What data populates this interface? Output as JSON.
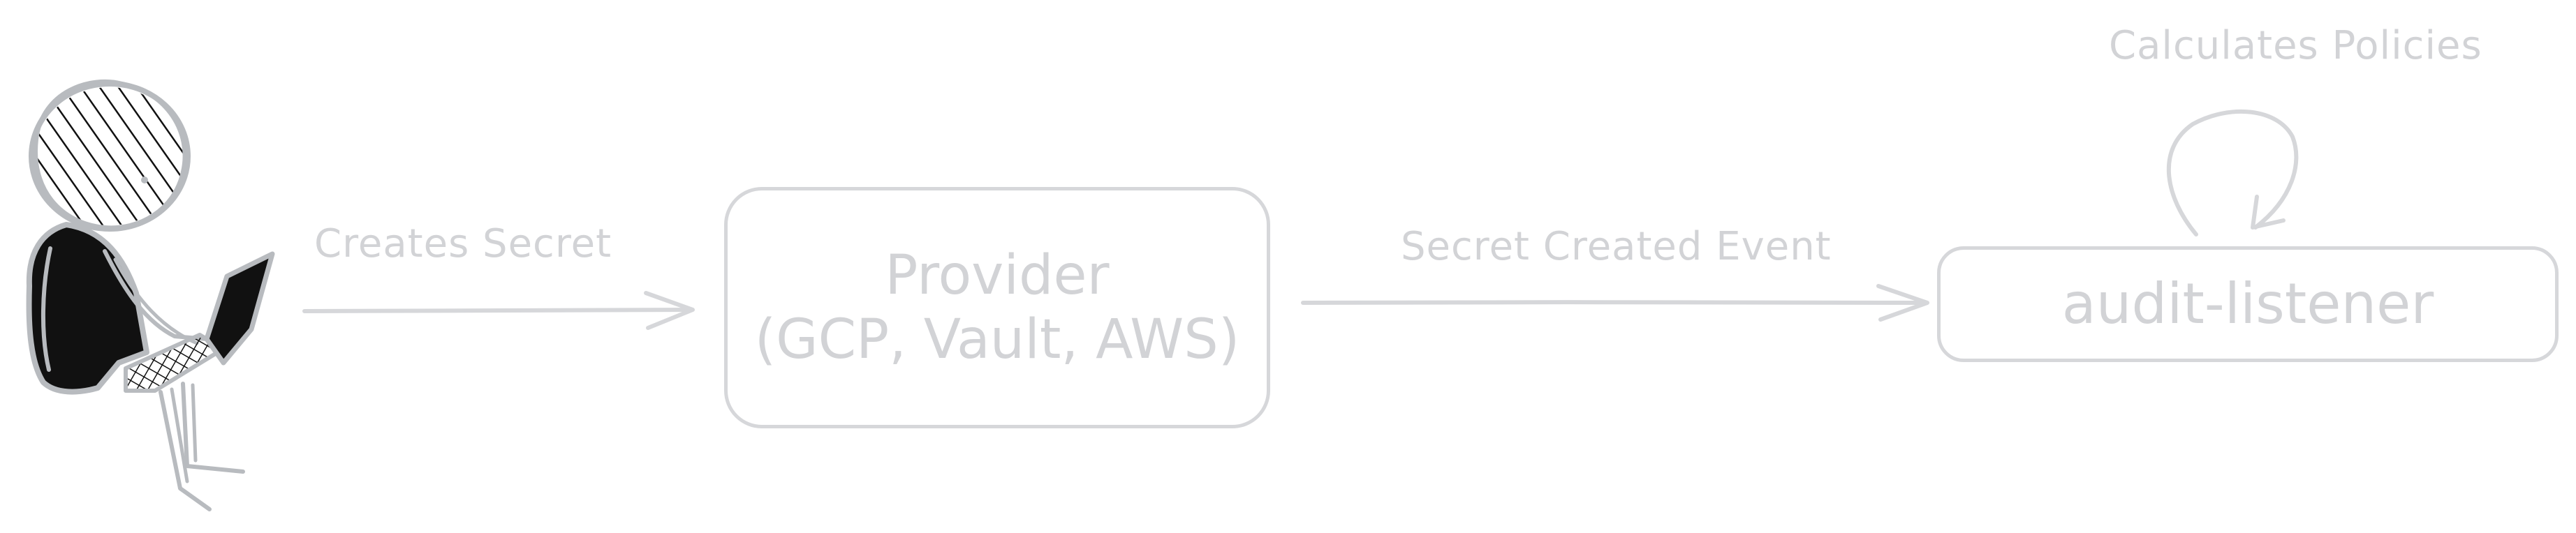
{
  "actor": {
    "icon": "person-with-laptop-icon"
  },
  "edges": {
    "creates_secret": "Creates Secret",
    "secret_created_event": "Secret Created Event",
    "calculates_policies": "Calculates Policies"
  },
  "nodes": {
    "provider": {
      "line1": "Provider",
      "line2": "(GCP, Vault, AWS)"
    },
    "audit_listener": {
      "label": "audit-listener"
    }
  },
  "colors": {
    "node_stroke": "#d6d7da",
    "text": "#d2d3d6",
    "arrow": "#d6d7da",
    "person_fill": "#111111",
    "person_outline": "#b8bbbf"
  }
}
